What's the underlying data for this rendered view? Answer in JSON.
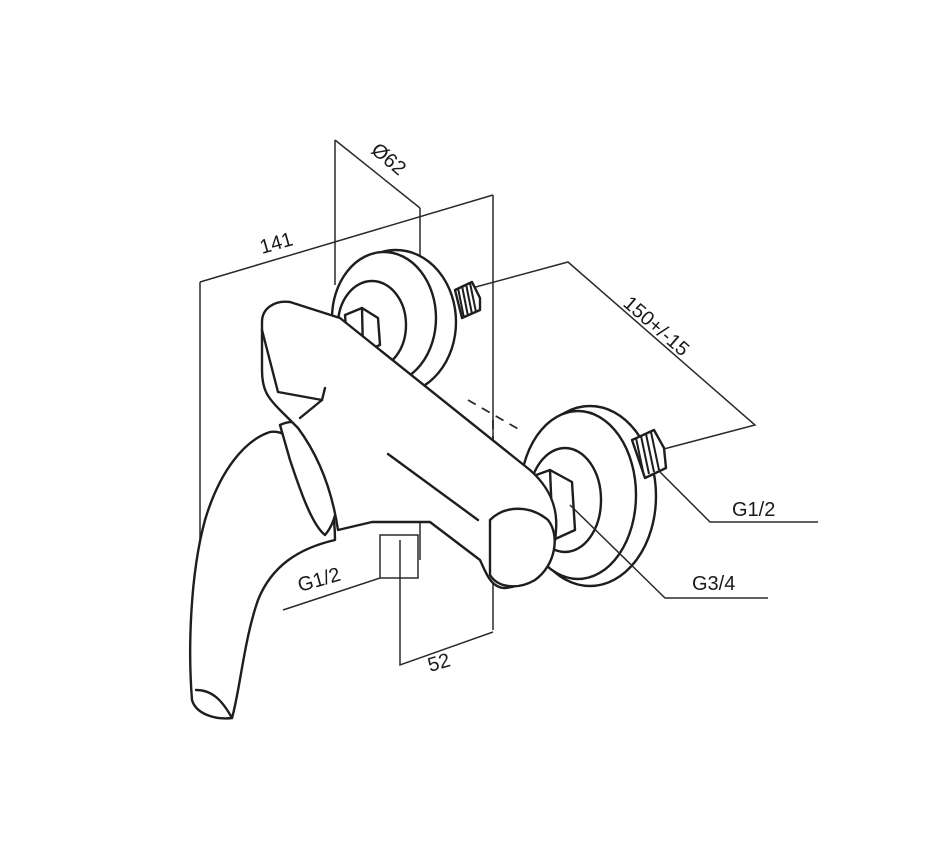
{
  "dimensions": {
    "overall_width": "141",
    "rosette_diameter": "Ø62",
    "center_distance": "150+/-15",
    "depth": "52"
  },
  "connections": {
    "inlet_thread": "G1/2",
    "outlet_thread": "G3/4",
    "bottom_outlet_thread": "G1/2"
  },
  "colors": {
    "line": "#1e1e1e",
    "background": "#ffffff"
  }
}
